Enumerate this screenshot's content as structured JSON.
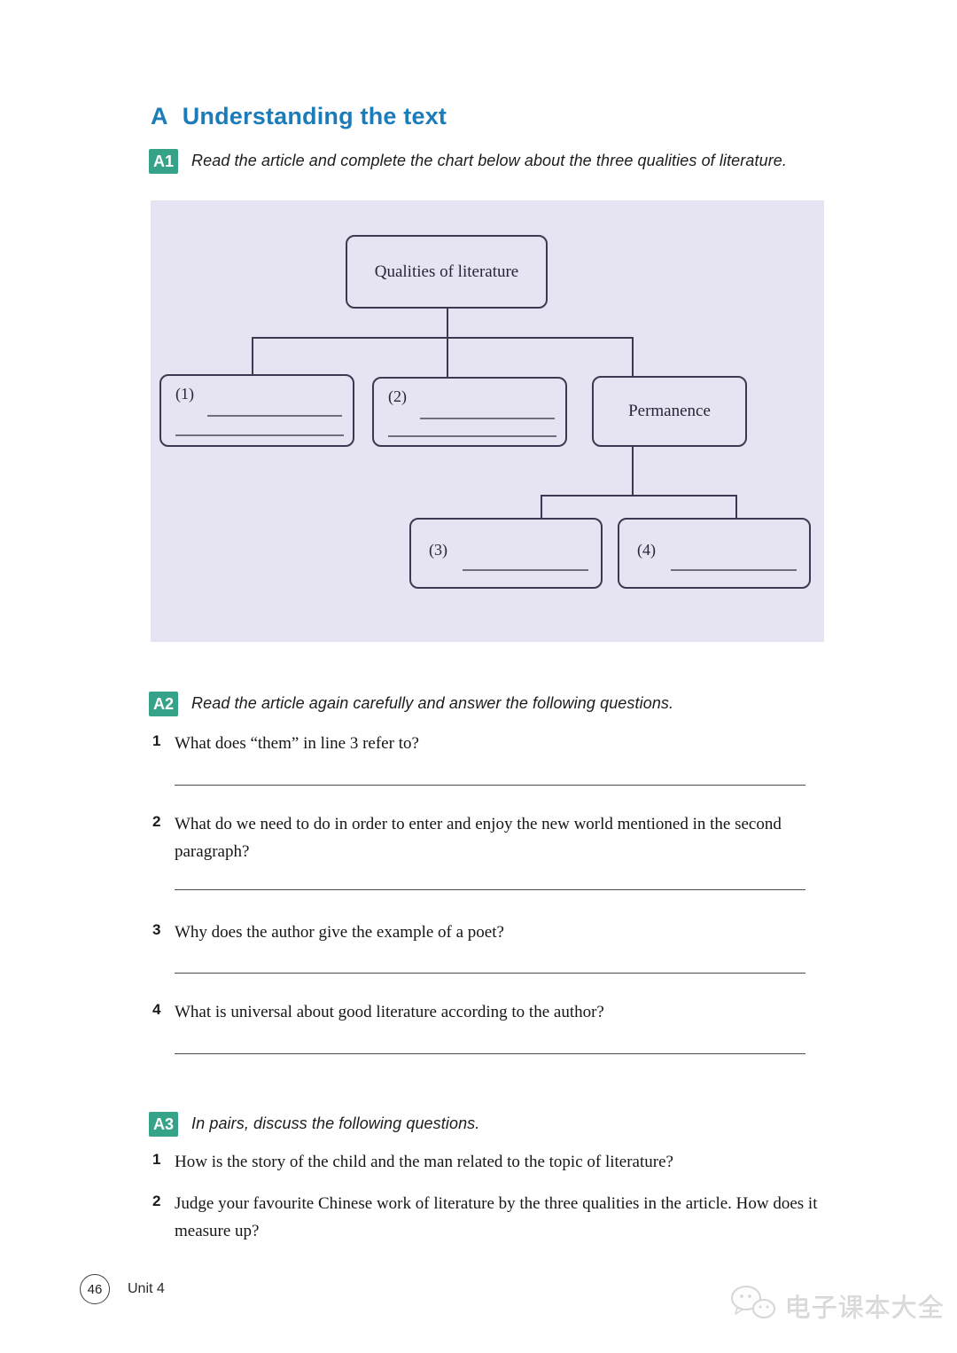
{
  "header": {
    "section_letter": "A",
    "title": "Understanding the text"
  },
  "activity_a1": {
    "badge": "A1",
    "instruction": "Read the article and complete the chart below about the three qualities of literature."
  },
  "diagram": {
    "root_label": "Qualities of literature",
    "node1_label": "(1)",
    "node2_label": "(2)",
    "node3_label": "Permanence",
    "node4_label": "(3)",
    "node5_label": "(4)"
  },
  "activity_a2": {
    "badge": "A2",
    "instruction": "Read the article again carefully and answer the following questions.",
    "questions": [
      {
        "num": "1",
        "text": "What does “them” in line 3 refer to?"
      },
      {
        "num": "2",
        "text": "What do we need to do in order to enter and enjoy the new world mentioned in the second paragraph?"
      },
      {
        "num": "3",
        "text": "Why does the author give the example of a poet?"
      },
      {
        "num": "4",
        "text": "What is universal about good literature according to the author?"
      }
    ]
  },
  "activity_a3": {
    "badge": "A3",
    "instruction": "In pairs, discuss the following questions.",
    "questions": [
      {
        "num": "1",
        "text": "How is the story of the child and the man related to the topic of literature?"
      },
      {
        "num": "2",
        "text": "Judge your favourite Chinese work of literature by the three qualities in the article. How does it measure up?"
      }
    ]
  },
  "footer": {
    "page_number": "46",
    "unit_label": "Unit 4"
  },
  "watermark": {
    "text": "电子课本大全"
  },
  "colors": {
    "heading_blue": "#1c7bb9",
    "badge_green": "#36a389",
    "panel_lavender": "#e6e4f2",
    "box_border": "#3c3a52"
  }
}
